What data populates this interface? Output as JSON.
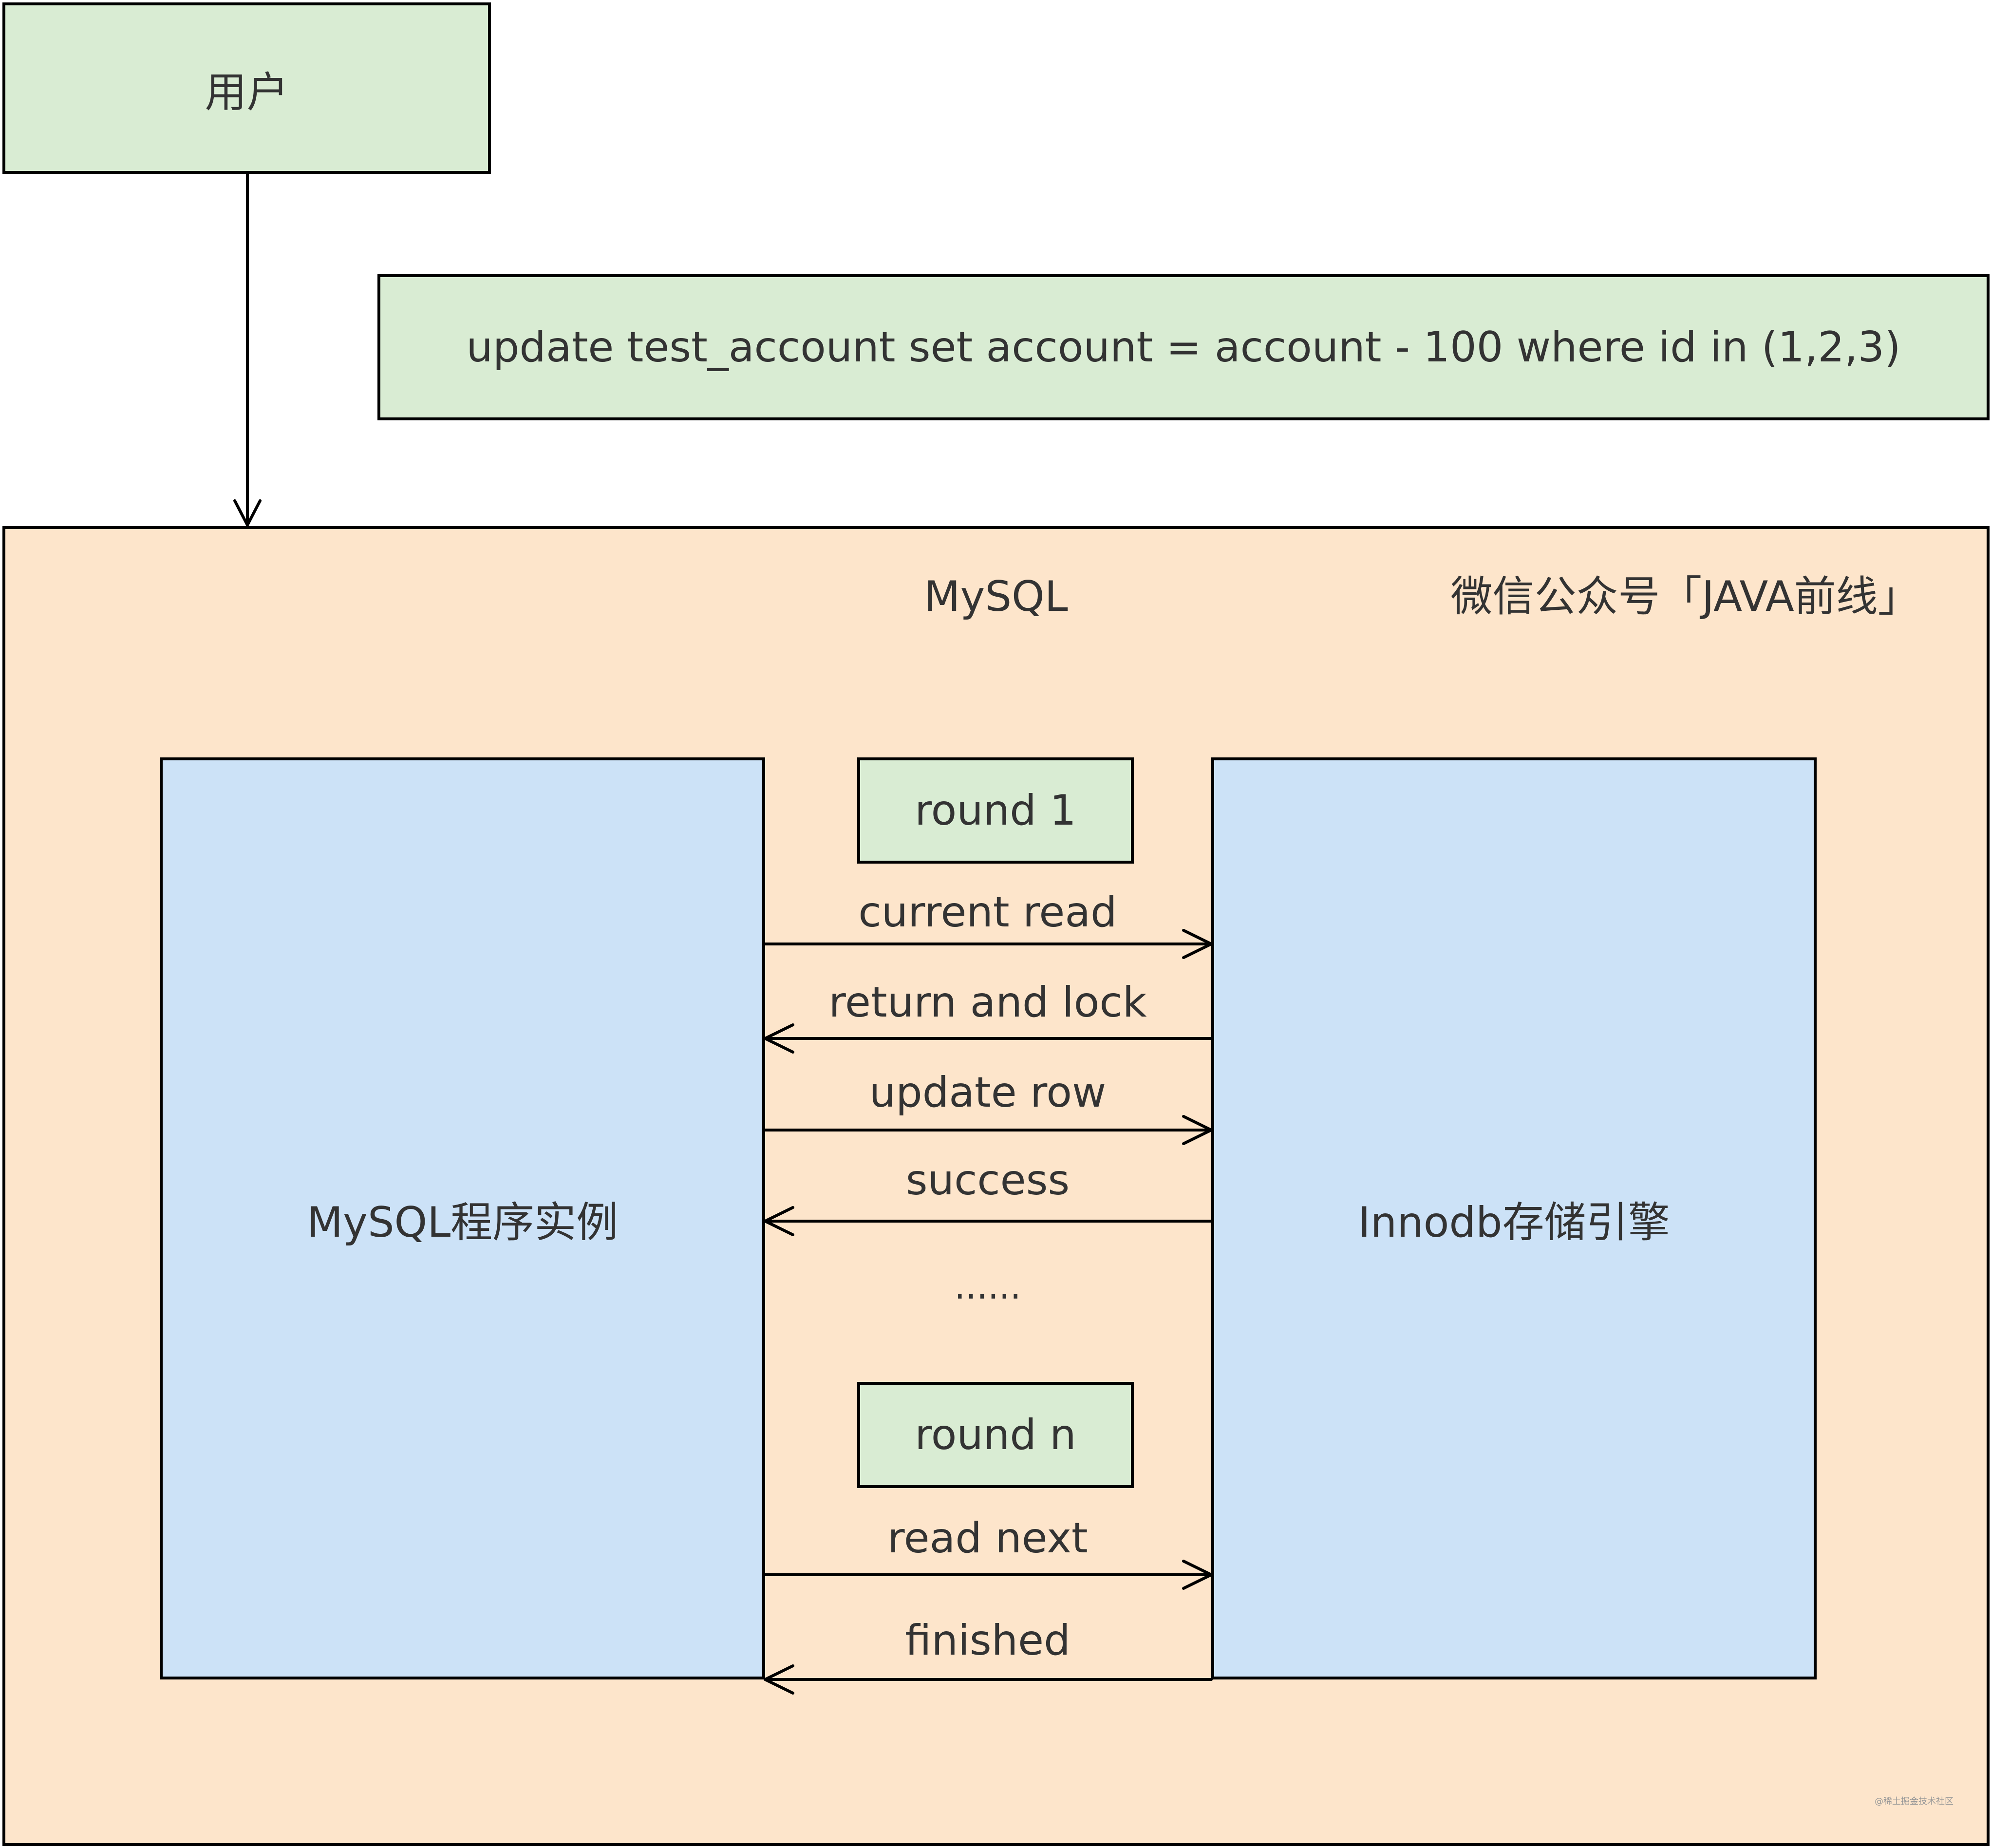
{
  "user": "用户",
  "sql": "update test_account set account = account - 100 where id in (1,2,3)",
  "mysql_title": "MySQL",
  "wechat": "微信公众号「JAVA前线」",
  "mysql_instance": "MySQL程序实例",
  "innodb": "Innodb存储引擎",
  "round_1": "round 1",
  "round_n": "round n",
  "ellipsis": "......",
  "messages": {
    "current_read": "current read",
    "return_and_lock": "return and lock",
    "update_row": "update row",
    "success": "success",
    "read_next": "read next",
    "finished": "finished"
  },
  "watermark": "@稀土掘金技术社区",
  "colors": {
    "green": "#d9ecd3",
    "peach": "#fde5cb",
    "blue": "#cce2f7",
    "line": "#000000",
    "text": "#333333"
  }
}
